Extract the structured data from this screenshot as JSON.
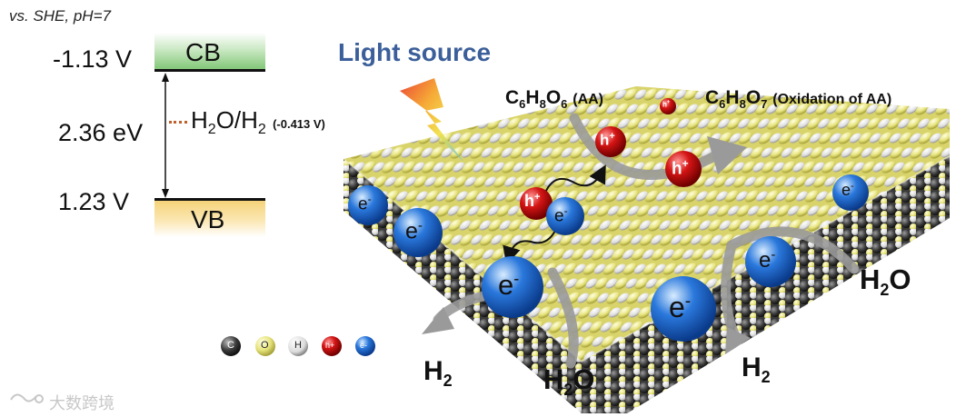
{
  "energy_diagram": {
    "reference": "vs. SHE, pH=7",
    "cb_label": "CB",
    "cb_potential": "-1.13 V",
    "vb_label": "VB",
    "vb_potential": "1.23 V",
    "band_gap": "2.36 eV",
    "redox_couple": {
      "main": "H",
      "sub1": "2",
      "mid": "O/H",
      "sub2": "2",
      "potential": "(-0.413 V)"
    }
  },
  "light_source": "Light source",
  "reactant": {
    "formula_parts": [
      "C",
      "6",
      "H",
      "8",
      "O",
      "6"
    ],
    "note": "(AA)"
  },
  "product": {
    "formula_parts": [
      "C",
      "6",
      "H",
      "8",
      "O",
      "7"
    ],
    "note": "(Oxidation of AA)"
  },
  "particles": {
    "hole": "h",
    "hole_sup": "+",
    "electron": "e",
    "electron_sup": "-"
  },
  "species": {
    "h2": {
      "base": "H",
      "sub": "2"
    },
    "h2o": {
      "base": "H",
      "sub": "2",
      "tail": "O"
    }
  },
  "legend": [
    {
      "label": "C",
      "color": "#3a3a3a"
    },
    {
      "label": "O",
      "color": "#e6e27a"
    },
    {
      "label": "H",
      "color": "#e8e8e8"
    },
    {
      "label": "h+",
      "color": "#cc1111"
    },
    {
      "label": "e-",
      "color": "#2f7fe0"
    }
  ],
  "watermark": "大数跨境",
  "colors": {
    "cb_band": "#7cc472",
    "vb_band": "#f5d37a",
    "hole": "#d41414",
    "electron": "#2a78dc",
    "title_blue": "#3b5f9a",
    "arrow_gray": "#9a9a9a",
    "redox_dash": "#c0602a"
  }
}
